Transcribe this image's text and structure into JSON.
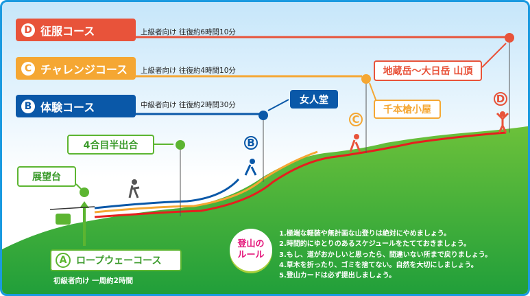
{
  "courses": [
    {
      "letter": "D",
      "name": "征服コース",
      "desc": "上級者向け 往復約6時間10分",
      "color": "#e8533a"
    },
    {
      "letter": "C",
      "name": "チャレンジコース",
      "desc": "上級者向け 往復約4時間10分",
      "color": "#f5a733"
    },
    {
      "letter": "B",
      "name": "体験コース",
      "desc": "中級者向け 往復約2時間30分",
      "color": "#0a58a8"
    }
  ],
  "ropeway": {
    "letter": "A",
    "name": "ロープウェーコース",
    "desc": "初級者向け 一周約2時間",
    "color": "#5cb531"
  },
  "points": {
    "summit": "地蔵岳〜大日岳 山頂",
    "hut": "千本槍小屋",
    "nyonindo": "女人堂",
    "fourth": "4合目半出合",
    "observatory": "展望台"
  },
  "hiker_labels": {
    "b": "B",
    "c": "C",
    "d": "D"
  },
  "rules": {
    "title": "登山のルール",
    "items": [
      "1.極端な軽装や無計画な山登りは絶対にやめましょう。",
      "2.時間的にゆとりのあるスケジュールをたてておきましょう。",
      "3.もし、道がおかしいと思ったら、間違いない所まで戻りましょう。",
      "4.草木を折ったり、ゴミを捨てない。自然を大切にしましょう。",
      "5.登山カードは必ず提出しましょう。"
    ]
  }
}
